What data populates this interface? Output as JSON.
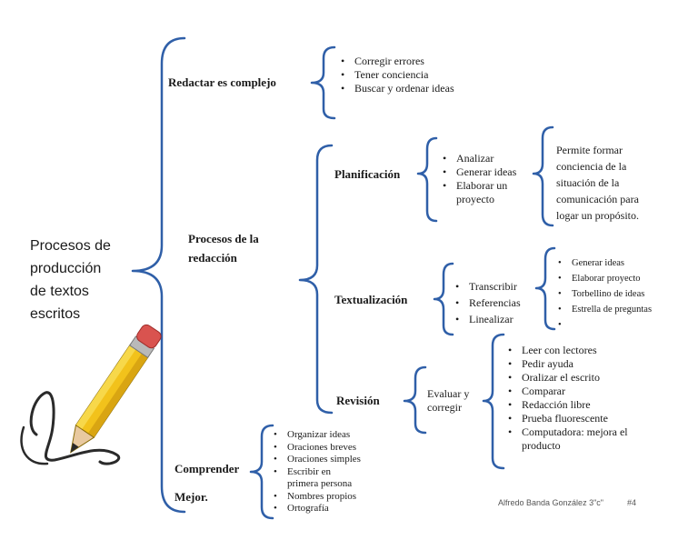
{
  "root": {
    "label_lines": [
      "Procesos de",
      "producción",
      "de textos",
      "escritos"
    ]
  },
  "branches": {
    "redactar": {
      "title": "Redactar es complejo",
      "items": [
        "Corregir errores",
        "Tener conciencia",
        "Buscar y ordenar ideas"
      ]
    },
    "procesos": {
      "title_lines": [
        "Procesos de la",
        "redacción"
      ],
      "planificacion": {
        "title": "Planificación",
        "items": [
          "Analizar",
          "Generar ideas",
          "Elaborar un proyecto"
        ],
        "note_lines": [
          "Permite formar",
          "conciencia de la",
          "situación de la",
          "comunicación para",
          "logar un propósito."
        ]
      },
      "textualizacion": {
        "title": "Textualización",
        "items": [
          "Transcribir",
          "Referencias",
          "Linealizar"
        ],
        "subitems": [
          "Generar ideas",
          "Elaborar proyecto",
          "Torbellino de ideas",
          "Estrella de preguntas",
          ""
        ]
      },
      "revision": {
        "title": "Revisión",
        "sub_lines": [
          "Evaluar y",
          "corregir"
        ],
        "items": [
          "Leer con lectores",
          "Pedir ayuda",
          "Oralizar el escrito",
          "Comparar",
          "Redacción libre",
          "Prueba fluorescente",
          "Computadora: mejora el producto"
        ]
      }
    },
    "comprender": {
      "title_lines": [
        "Comprender",
        "Mejor."
      ],
      "items": [
        "Organizar ideas",
        "Oraciones breves",
        "Oraciones simples",
        " Escribir en primera persona",
        "Nombres propios",
        "Ortografía"
      ]
    }
  },
  "footer": {
    "author": "Alfredo Banda González  3\"c\"",
    "page": "#4"
  },
  "colors": {
    "brace": "#2f5fa8",
    "pencil_body": "#f2c21b",
    "eraser": "#d9534f",
    "ink": "#2a2a2a"
  }
}
